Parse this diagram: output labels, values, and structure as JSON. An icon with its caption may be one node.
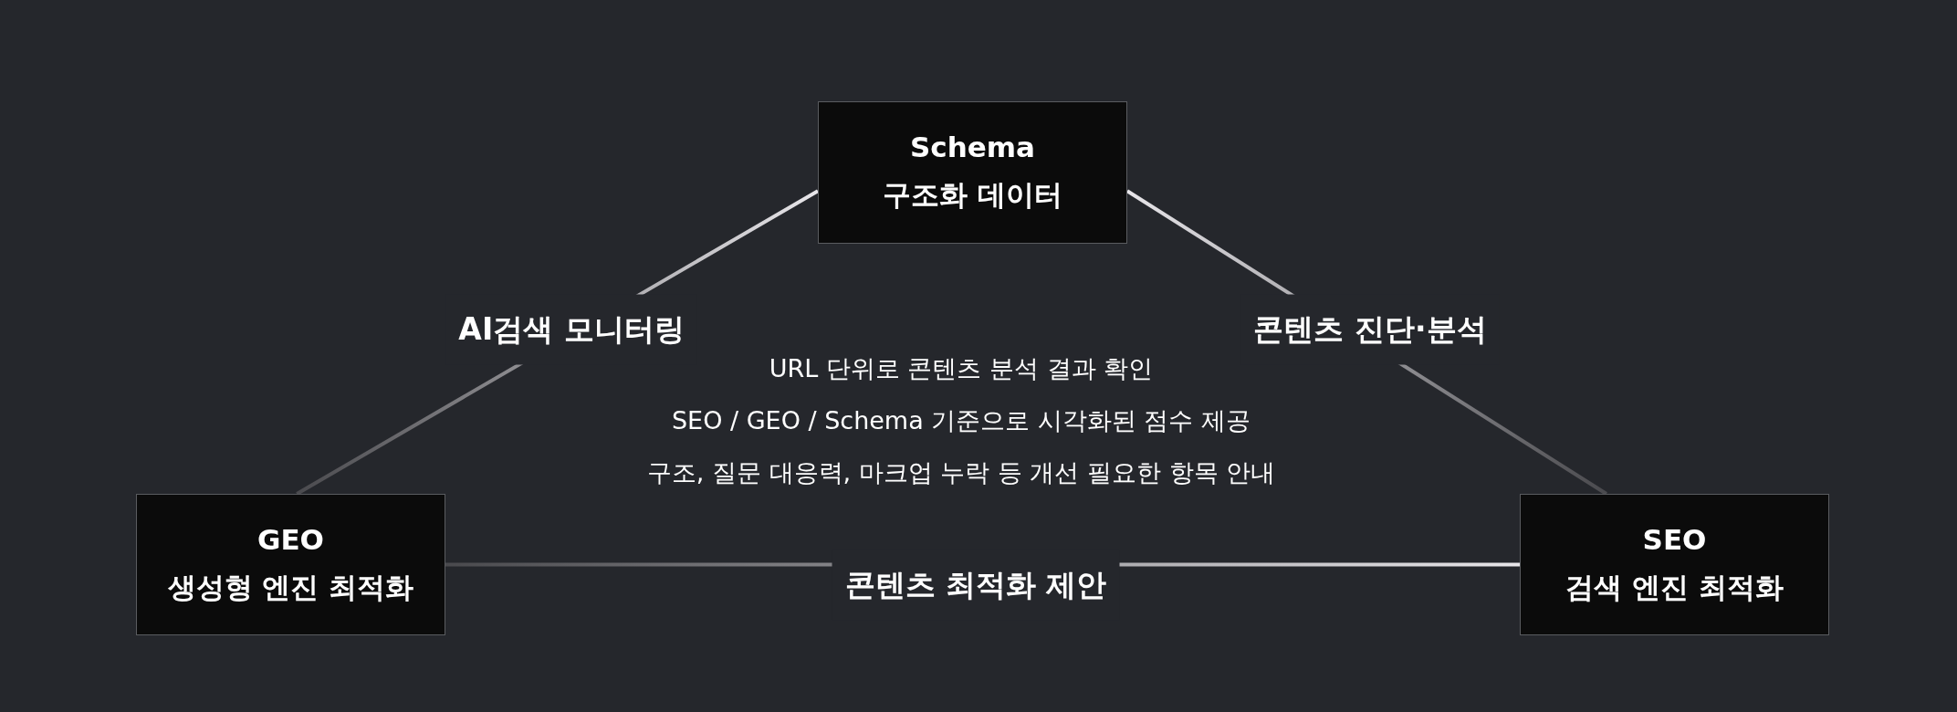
{
  "diagram": {
    "nodes": [
      {
        "text": [
          "Schema",
          "구조화 데이터"
        ]
      },
      {
        "text": [
          "GEO",
          "생성형 엔진 최적화"
        ]
      },
      {
        "text": [
          "SEO",
          "검색 엔진 최적화"
        ]
      }
    ],
    "edges": [
      {
        "from": 0,
        "to": 1,
        "arrow": "none",
        "label": "AI검색 모니터링"
      },
      {
        "from": 0,
        "to": 2,
        "arrow": "none",
        "label": "콘텐츠 진단·분석"
      },
      {
        "from": 2,
        "to": 1,
        "arrow": "none",
        "label": "콘텐츠 최적화 제안"
      }
    ],
    "labels": [
      "URL 단위로 콘텐츠 분석 결과 확인",
      "SEO / GEO / Schema 기준으로 시각화된 점수 제공",
      "구조, 질문 대응력, 마크업 누락 등 개선 필요한 항목 안내"
    ]
  }
}
